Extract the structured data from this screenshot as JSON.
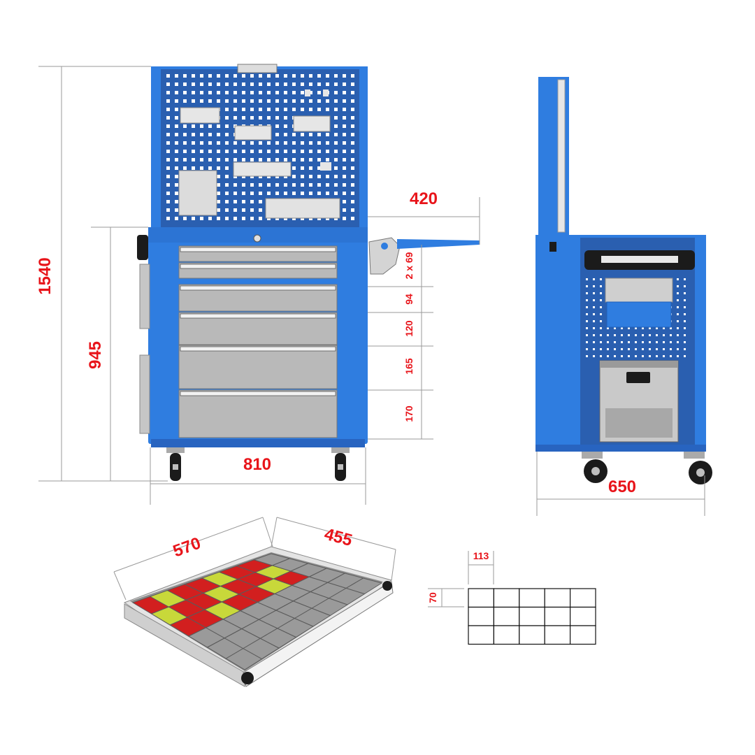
{
  "colors": {
    "body_blue": "#2f7de0",
    "panel_blue": "#2a5fb0",
    "dimension_red": "#e8141a",
    "drawer_gray": "#b8b8b8",
    "bin_red": "#d21f1f",
    "bin_yellow": "#c8d83a",
    "bin_gray": "#9a9a9a"
  },
  "front_view": {
    "total_height": "1540",
    "body_height": "945",
    "width": "810",
    "side_tray_length": "420",
    "drawer_heights": [
      "2 x 69",
      "94",
      "120",
      "165",
      "170"
    ]
  },
  "side_view": {
    "depth": "650"
  },
  "drawer_view": {
    "length": "570",
    "width": "455"
  },
  "compartment_grid": {
    "cell_width": "113",
    "cell_height": "70",
    "rows": 3,
    "columns": 5
  }
}
